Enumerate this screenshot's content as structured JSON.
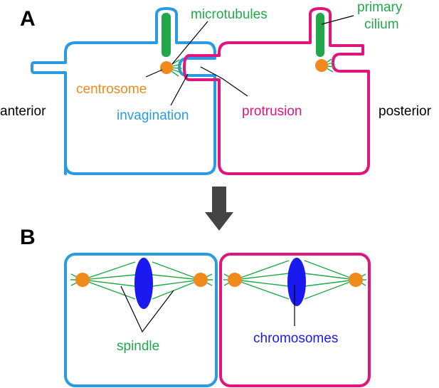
{
  "panels": {
    "a": "A",
    "b": "B"
  },
  "labels": {
    "microtubules": "microtubules",
    "primary_cilium_line1": "primary",
    "primary_cilium_line2": "cilium",
    "centrosome": "centrosome",
    "anterior": "anterior",
    "posterior": "posterior",
    "invagination": "invagination",
    "protrusion": "protrusion",
    "spindle": "spindle",
    "chromosomes": "chromosomes"
  },
  "colors": {
    "anterior_cell": "#2a9be0",
    "posterior_cell": "#e0157d",
    "cilium": "#22a84a",
    "centrosome": "#f08a1c",
    "chromosomes": "#1a1af0",
    "arrow": "#444444"
  }
}
